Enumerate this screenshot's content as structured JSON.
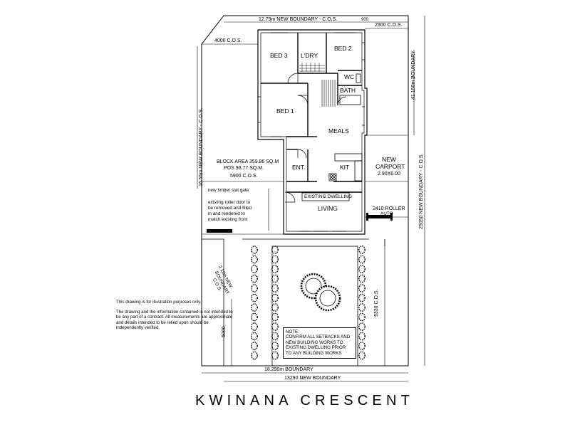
{
  "labels": {
    "top_boundary": "12.79m NEW BOUNDARY - C.O.S.",
    "dim_900": "900",
    "dim_2900": "2900 C.O.S.",
    "dim_4000": "4000 C.O.S.",
    "right_boundary_41": "41.150m BOUNDARY",
    "left_boundary_16": "16.55m NEW BOUNDARY - C.O.S.",
    "block_area": "BLOCK AREA 359.86 SQ.M",
    "pos": "POS 96.77 SQ.M.",
    "dim_5900": "5900 C.O.S.",
    "new_carport": "NEW",
    "new_carport_2": "CARPORT",
    "carport_size": "2.90X6.00",
    "right_boundary_25050": "25050 NEW BOUNDARY - C.O.S.",
    "gate": "new timber slat gate",
    "roller_note_1": "existing roller door to",
    "roller_note_2": "be removed and filled",
    "roller_note_3": "in and rendered to",
    "roller_note_4": "match existing front",
    "existing_dwelling": "EXISTING DWELLING",
    "roller_2410": "2410 ROLLER",
    "auto": "AUTO",
    "diag_boundary_1": "2.12m NEW",
    "diag_boundary_2": "BOUNDARY",
    "diag_boundary_3": "C.O.S.",
    "dim_9330": "9330 C.O.S.",
    "dim_5000": "5000",
    "bottom_boundary_18": "18.290m BOUNDARY",
    "bottom_boundary_13290": "13290 NEW BOUNDARY",
    "street": "KWINANA CRESCENT"
  },
  "rooms": {
    "bed3": "BED 3",
    "ldry": "L'DRY",
    "bed2": "BED 2",
    "wc": "WC",
    "bath": "BATH",
    "bed1": "BED 1",
    "meals": "MEALS",
    "ent": "ENT.",
    "kit": "KIT",
    "living": "LIVING"
  },
  "note": {
    "title": "NOTE:",
    "line1": "CONFIRM ALL SETBACKS AND",
    "line2": "NEW BUILDING WORKS TO",
    "line3": "EXISTING DWELLING PRIOR",
    "line4": "TO ANY BUILDING WORKS"
  },
  "disclaimer": {
    "p1": "This drawing is for illustration purposes only.",
    "p2": "The drawing and the information contained is not intended to be any part of a contract. All measurements are approximate and details intended to be relied upon should be independently verified."
  }
}
